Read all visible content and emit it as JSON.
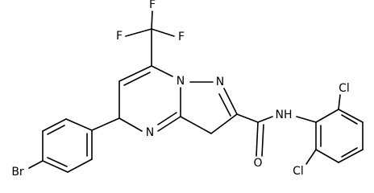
{
  "atom_labels": {
    "f1": "F",
    "f2": "F",
    "f3": "F",
    "n_bridge": "N",
    "n_pyrazole": "N",
    "n_pyrimidine": "N",
    "o_carbonyl": "O",
    "nh_amide": "NH",
    "cl_upper": "Cl",
    "cl_lower": "Cl",
    "br": "Br"
  }
}
